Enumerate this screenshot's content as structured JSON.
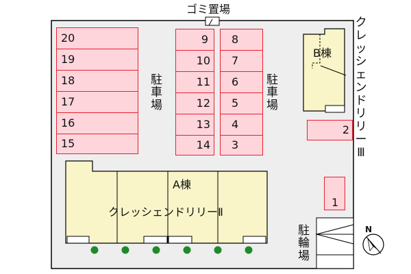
{
  "colors": {
    "lot_fill": "#eeeeee",
    "parking_fill": "#ffd5dc",
    "parking_border": "#e8202f",
    "building_fill": "#f9f5c8",
    "tree": "#1e8a2a"
  },
  "labels": {
    "garbage": "ゴミ置場",
    "parking_left": "駐車場",
    "parking_right": "駐車場",
    "bicycle": "駐輪場",
    "building_b": "B棟",
    "building_b_name": "クレッシェンドリリーⅢ",
    "building_a": "A棟",
    "building_a_name": "クレッシェンドリリーⅡ",
    "north": "N"
  },
  "parking": {
    "left_column": [
      "20",
      "19",
      "18",
      "17",
      "16",
      "15"
    ],
    "mid_left_column": [
      "9",
      "10",
      "11",
      "12",
      "13",
      "14"
    ],
    "mid_right_column": [
      "8",
      "7",
      "6",
      "5",
      "4",
      "3"
    ],
    "right_side_2": "2",
    "right_side_1": "1"
  },
  "trees": 6
}
